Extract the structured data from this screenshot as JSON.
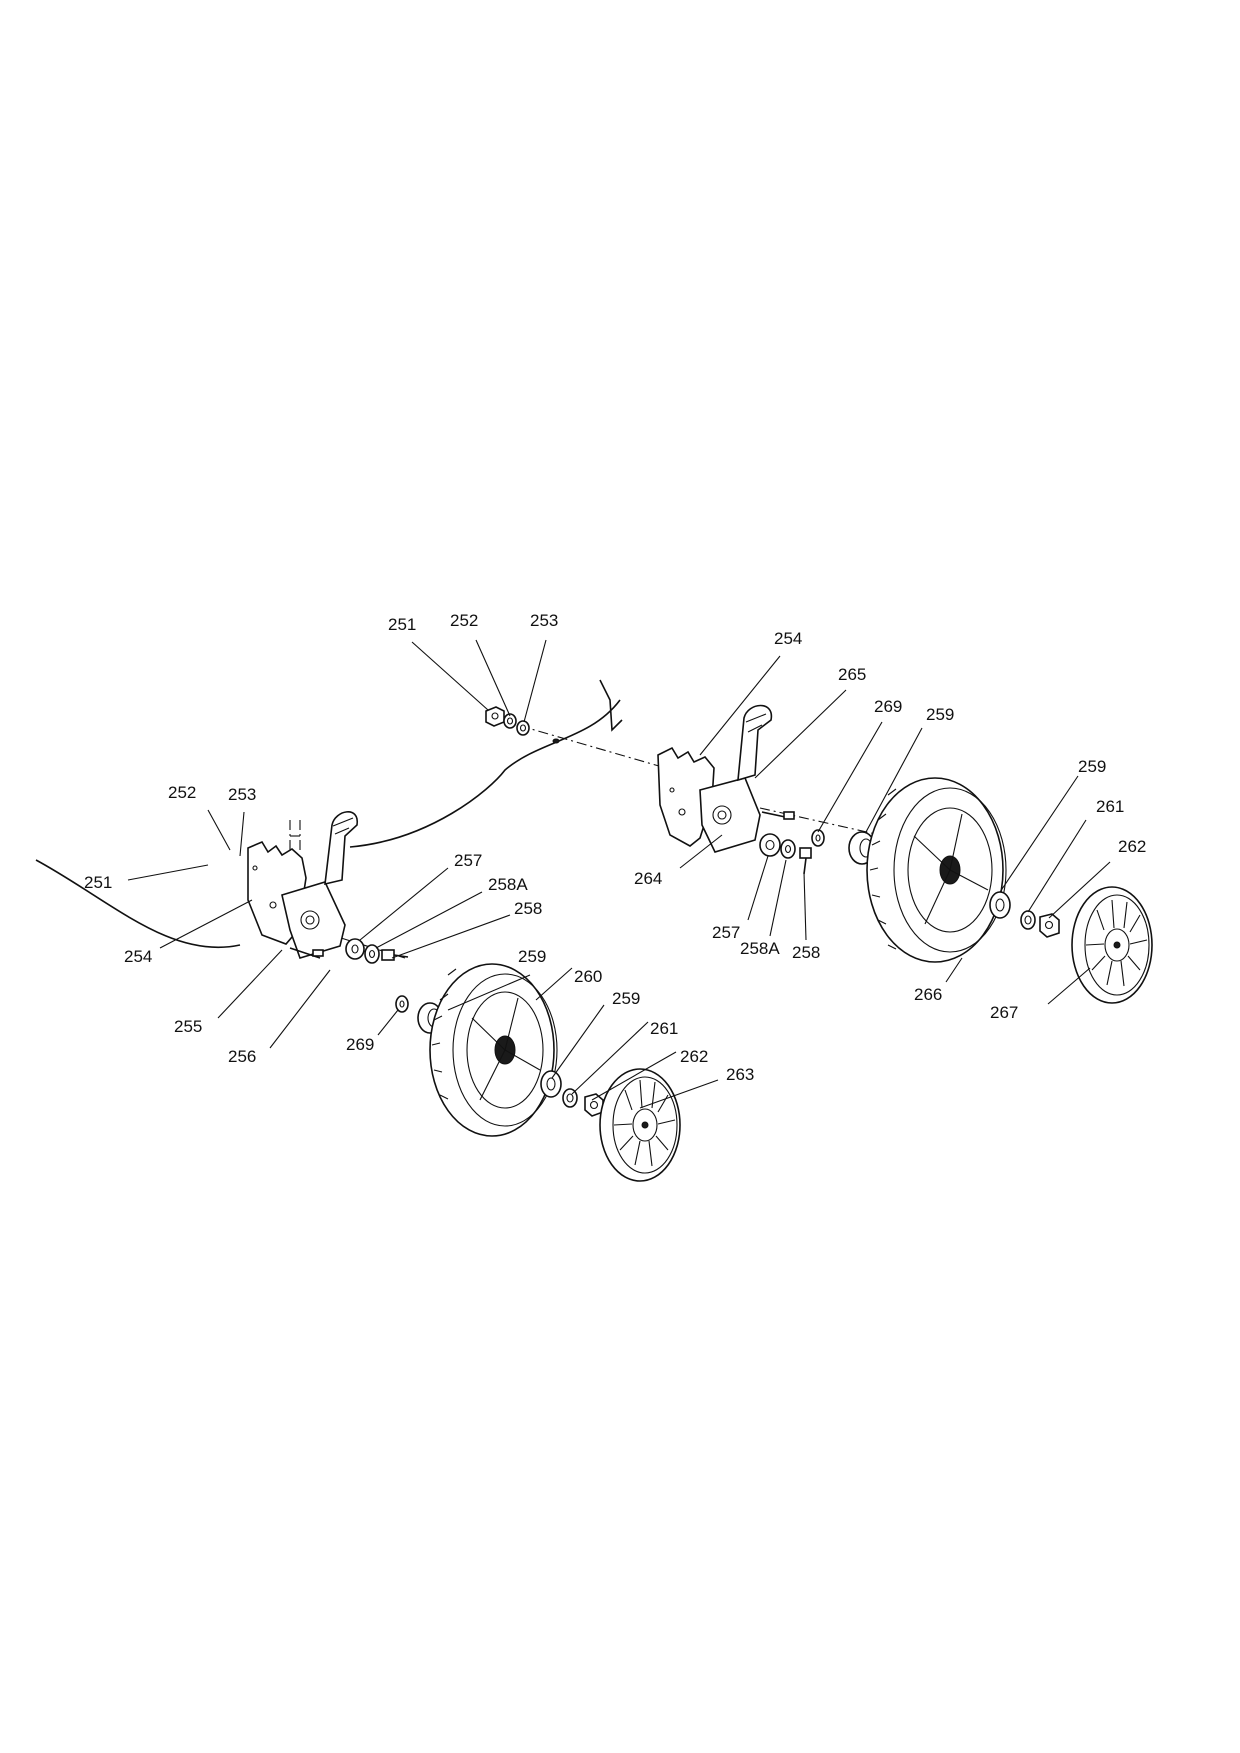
{
  "diagram": {
    "callouts": [
      "251",
      "252",
      "253",
      "254",
      "252",
      "253",
      "251",
      "254",
      "255",
      "256",
      "257",
      "258A",
      "258",
      "269",
      "259",
      "260",
      "259",
      "261",
      "262",
      "263",
      "265",
      "269",
      "259",
      "259",
      "261",
      "262",
      "264",
      "257",
      "258A",
      "258",
      "266",
      "267"
    ]
  }
}
